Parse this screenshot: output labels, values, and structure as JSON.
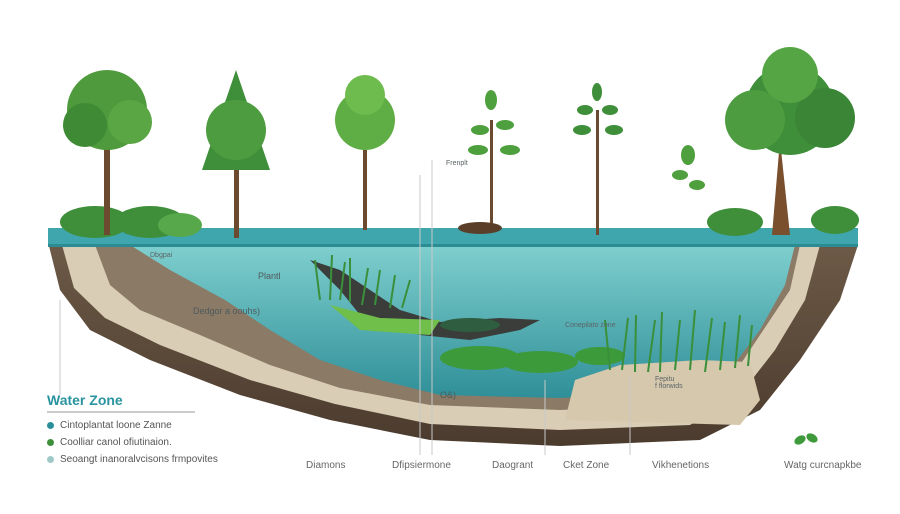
{
  "labels": {
    "shore_top": "Dbgpai",
    "shallow": "Dedgor a oouhs)",
    "plant": "Plantl",
    "tree_note": "Frenplt",
    "center_zone": "Conepilato zone",
    "deep_marker": "O&)",
    "right_note": "Fepitu\nf florwids"
  },
  "legend": {
    "title": "Water Zone",
    "items": [
      {
        "text": "Cintoplantat loone  Zanne",
        "color": "#2b8f9b"
      },
      {
        "text": "Coolliar canol ofiutinaion.",
        "color": "#3e8e3a"
      },
      {
        "text": "Seoangt inanoralvcisons  frmpovites",
        "color": "#9fc9c7"
      }
    ]
  },
  "bottom_labels": [
    "Diamons",
    "Dfipsiermone",
    "Daogrant",
    "Cket  Zone",
    "Vikhenetions",
    "Watg curcnapkbe"
  ]
}
